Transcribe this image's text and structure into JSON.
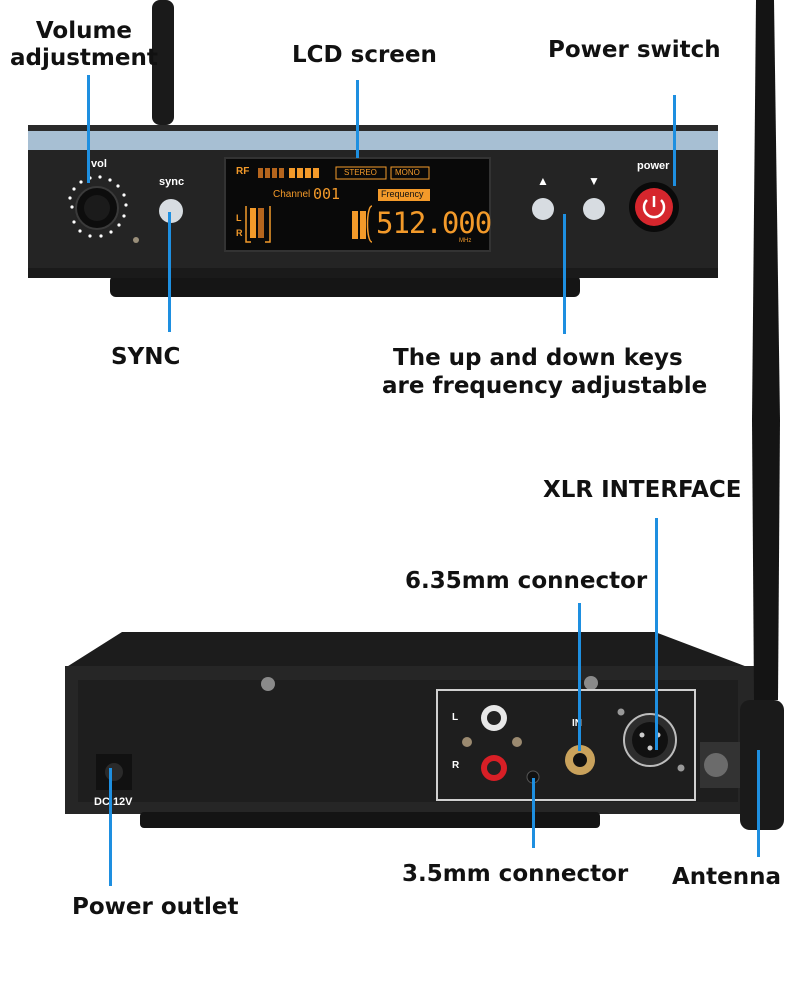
{
  "labels": {
    "volume": "Volume\nadjustment",
    "lcd": "LCD screen",
    "power_switch": "Power switch",
    "sync": "SYNC",
    "keys_line1": "The up and down keys",
    "keys_line2": "are frequency adjustable",
    "xlr": "XLR INTERFACE",
    "connector_635": "6.35mm connector",
    "connector_35": "3.5mm connector",
    "antenna": "Antenna",
    "power_outlet": "Power outlet"
  },
  "front_panel": {
    "vol_label": "vol",
    "sync_label": "sync",
    "power_label": "power",
    "up_glyph": "▲",
    "down_glyph": "▼"
  },
  "lcd_screen": {
    "rf_label": "RF",
    "stereo_label": "STEREO",
    "mono_label": "MONO",
    "channel_label": "Channel",
    "channel_value": "001",
    "frequency_label": "Frequency",
    "frequency_value": "512.000",
    "unit": "MHz",
    "left_label": "L",
    "right_label": "R"
  },
  "rear_panel": {
    "l_label": "L",
    "r_label": "R",
    "in_label": "IN",
    "dc_label": "DC 12V"
  },
  "colors": {
    "leader": "#1e8fe0",
    "lcd_text": "#f39a2a",
    "power_button": "#d6262d"
  }
}
